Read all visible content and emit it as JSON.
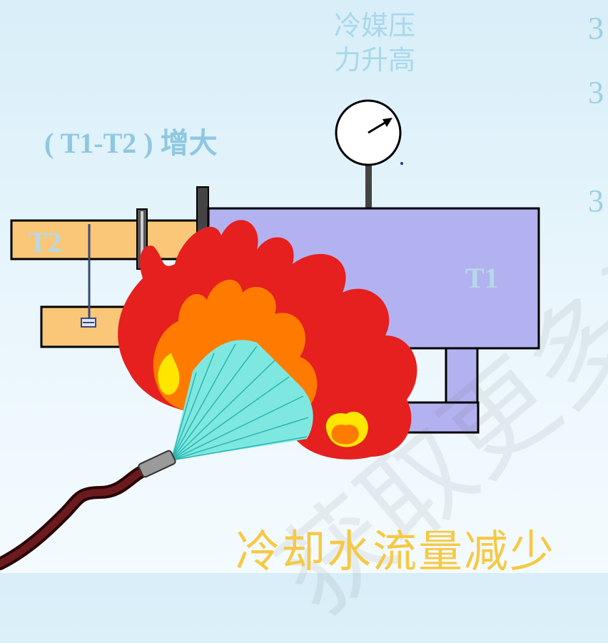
{
  "labels": {
    "pressure": "冷媒压\n力升高",
    "delta_t": "( T1-T2 ) 增大",
    "t2": "T2",
    "t1": "T1",
    "caption": "冷却水流量减少",
    "watermark": "获取更多资料"
  },
  "right_margin_numbers": [
    "3",
    "3",
    "3"
  ],
  "colors": {
    "vessel": "#b3b2f0",
    "pipe": "#f9c777",
    "flame_outer": "#e61f1f",
    "flame_mid": "#ff7b00",
    "flame_inner": "#ffe600",
    "water_fan": "#7ee8e0",
    "hose": "#4a0f12",
    "caption": "#f6c945"
  },
  "icons": [
    "pressure-gauge-icon",
    "flame-icon",
    "water-spray-icon",
    "hose-icon",
    "thermometer-icon"
  ]
}
